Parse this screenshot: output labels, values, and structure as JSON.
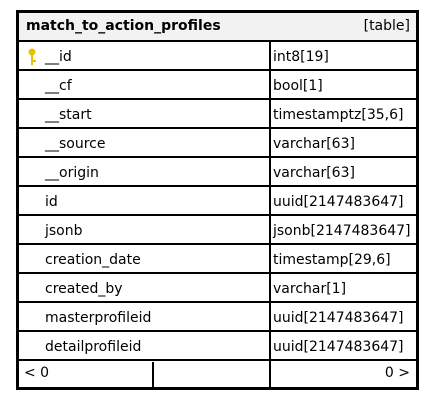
{
  "table": {
    "name": "match_to_action_profiles",
    "kind": "[table]",
    "rows": [
      {
        "column": "__id",
        "type": "int8[19]",
        "primary_key": true
      },
      {
        "column": "__cf",
        "type": "bool[1]"
      },
      {
        "column": "__start",
        "type": "timestamptz[35,6]"
      },
      {
        "column": "__source",
        "type": "varchar[63]"
      },
      {
        "column": "__origin",
        "type": "varchar[63]"
      },
      {
        "column": "id",
        "type": "uuid[2147483647]"
      },
      {
        "column": "jsonb",
        "type": "jsonb[2147483647]"
      },
      {
        "column": "creation_date",
        "type": "timestamp[29,6]"
      },
      {
        "column": "created_by",
        "type": "varchar[1]"
      },
      {
        "column": "masterprofileid",
        "type": "uuid[2147483647]"
      },
      {
        "column": "detailprofileid",
        "type": "uuid[2147483647]"
      }
    ],
    "footer": {
      "left": "< 0",
      "right": "0 >"
    },
    "key_icon": "key-icon",
    "key_color": "#e6c200"
  }
}
